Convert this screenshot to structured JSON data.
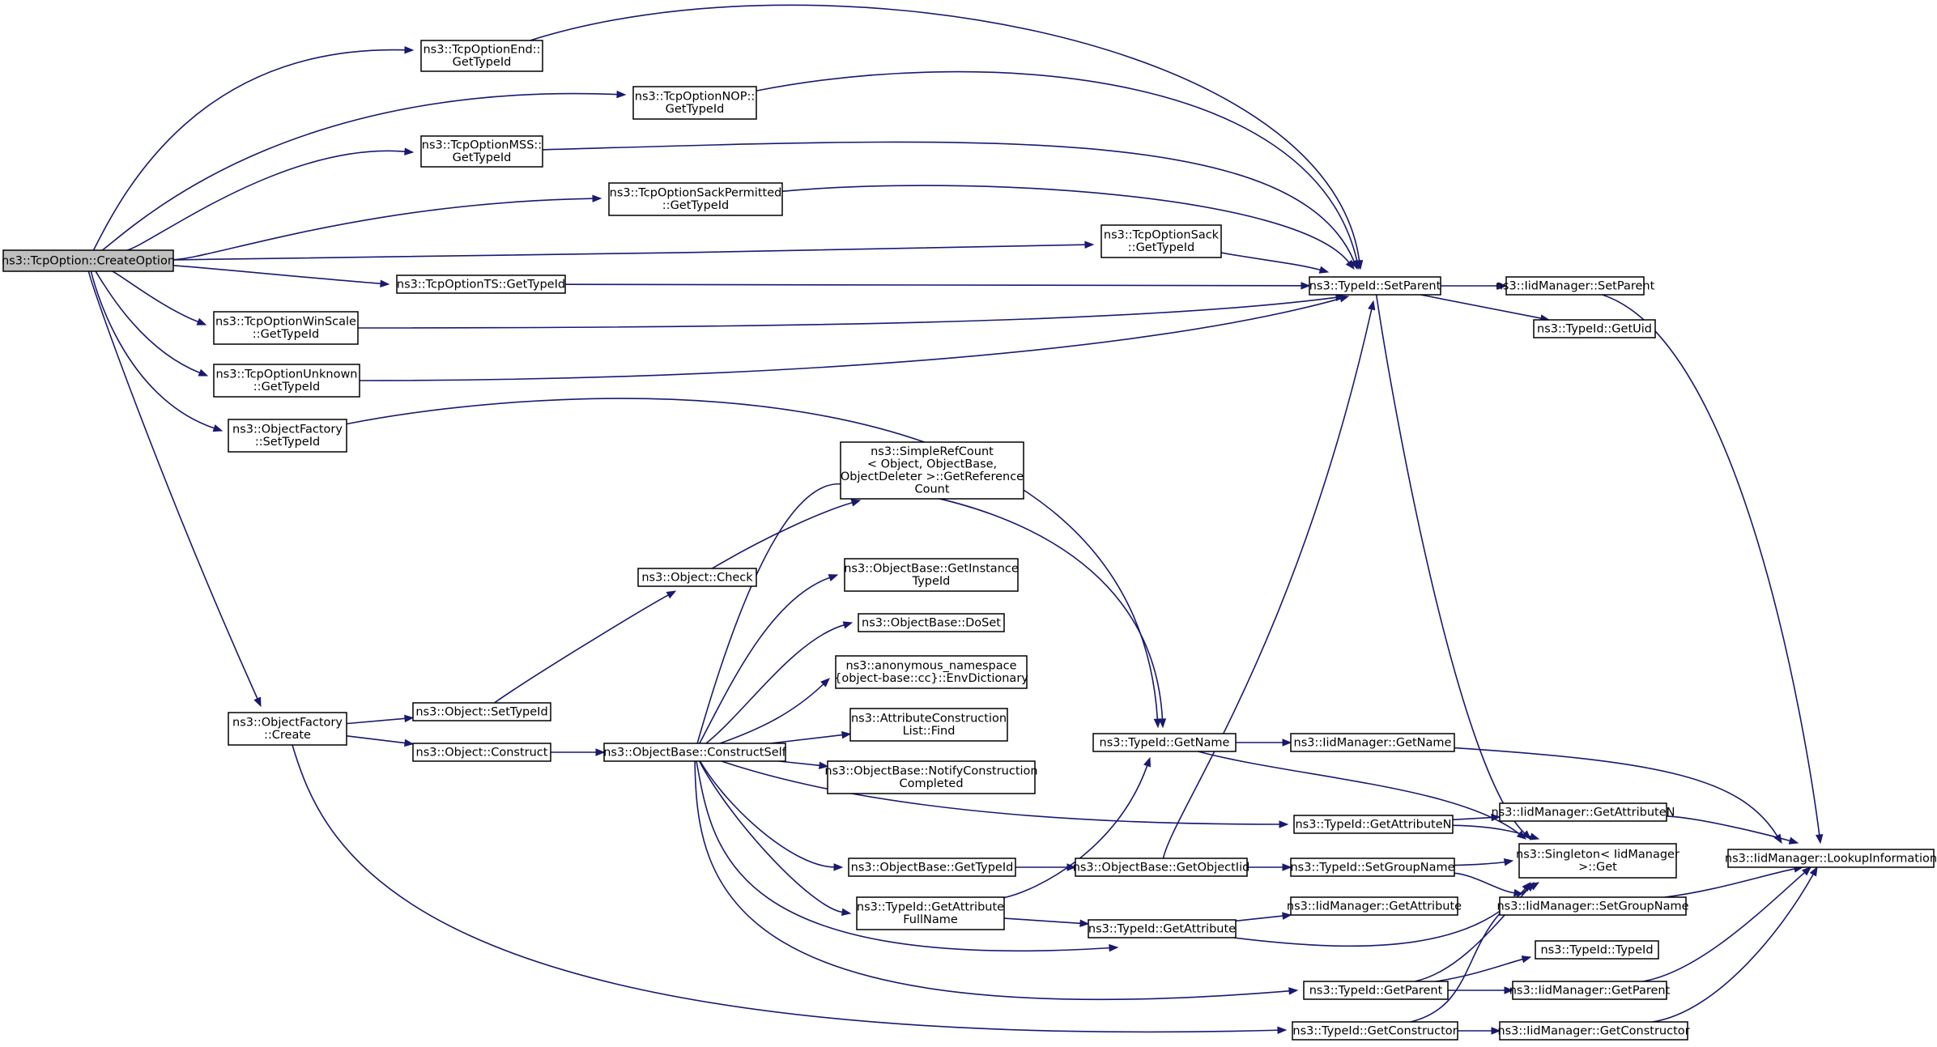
{
  "diagram": {
    "type": "call-graph",
    "colors": {
      "edge": "#191970",
      "node_border": "#000000",
      "node_fill": "#ffffff",
      "root_fill": "#bfbfbf"
    },
    "nodes": [
      {
        "id": "create_option",
        "lines": [
          "ns3::TcpOption::CreateOption"
        ],
        "root": true
      },
      {
        "id": "end_gettypeid",
        "lines": [
          "ns3::TcpOptionEnd::",
          "GetTypeId"
        ]
      },
      {
        "id": "nop_gettypeid",
        "lines": [
          "ns3::TcpOptionNOP::",
          "GetTypeId"
        ]
      },
      {
        "id": "mss_gettypeid",
        "lines": [
          "ns3::TcpOptionMSS::",
          "GetTypeId"
        ]
      },
      {
        "id": "sackperm_gettypeid",
        "lines": [
          "ns3::TcpOptionSackPermitted",
          "::GetTypeId"
        ]
      },
      {
        "id": "sack_gettypeid",
        "lines": [
          "ns3::TcpOptionSack",
          "::GetTypeId"
        ]
      },
      {
        "id": "ts_gettypeid",
        "lines": [
          "ns3::TcpOptionTS::GetTypeId"
        ]
      },
      {
        "id": "winscale_gettypeid",
        "lines": [
          "ns3::TcpOptionWinScale",
          "::GetTypeId"
        ]
      },
      {
        "id": "unknown_gettypeid",
        "lines": [
          "ns3::TcpOptionUnknown",
          "::GetTypeId"
        ]
      },
      {
        "id": "of_settypeid",
        "lines": [
          "ns3::ObjectFactory",
          "::SetTypeId"
        ]
      },
      {
        "id": "of_create",
        "lines": [
          "ns3::ObjectFactory",
          "::Create"
        ]
      },
      {
        "id": "typeid_setparent",
        "lines": [
          "ns3::TypeId::SetParent"
        ]
      },
      {
        "id": "iid_setparent",
        "lines": [
          "ns3::IidManager::SetParent"
        ]
      },
      {
        "id": "typeid_getuid",
        "lines": [
          "ns3::TypeId::GetUid"
        ]
      },
      {
        "id": "iid_lookup",
        "lines": [
          "ns3::IidManager::LookupInformation"
        ]
      },
      {
        "id": "simplerefcount",
        "lines": [
          "ns3::SimpleRefCount",
          "< Object, ObjectBase,",
          " ObjectDeleter >::GetReference",
          "Count"
        ]
      },
      {
        "id": "object_check",
        "lines": [
          "ns3::Object::Check"
        ]
      },
      {
        "id": "ob_getinstancetypeid",
        "lines": [
          "ns3::ObjectBase::GetInstance",
          "TypeId"
        ]
      },
      {
        "id": "ob_doset",
        "lines": [
          "ns3::ObjectBase::DoSet"
        ]
      },
      {
        "id": "anon_envdict",
        "lines": [
          "ns3::anonymous_namespace",
          "{object-base::cc}::EnvDictionary"
        ]
      },
      {
        "id": "acl_find",
        "lines": [
          "ns3::AttributeConstruction",
          "List::Find"
        ]
      },
      {
        "id": "ob_notify",
        "lines": [
          "ns3::ObjectBase::NotifyConstruction",
          "Completed"
        ]
      },
      {
        "id": "object_settypeid",
        "lines": [
          "ns3::Object::SetTypeId"
        ]
      },
      {
        "id": "object_construct",
        "lines": [
          "ns3::Object::Construct"
        ]
      },
      {
        "id": "ob_constructself",
        "lines": [
          "ns3::ObjectBase::ConstructSelf"
        ]
      },
      {
        "id": "typeid_getname",
        "lines": [
          "ns3::TypeId::GetName"
        ]
      },
      {
        "id": "iid_getname",
        "lines": [
          "ns3::IidManager::GetName"
        ]
      },
      {
        "id": "typeid_getattributen",
        "lines": [
          "ns3::TypeId::GetAttributeN"
        ]
      },
      {
        "id": "iid_getattributen",
        "lines": [
          "ns3::IidManager::GetAttributeN"
        ]
      },
      {
        "id": "singleton_get",
        "lines": [
          "ns3::Singleton< IidManager",
          " >::Get"
        ]
      },
      {
        "id": "ob_gettypeid",
        "lines": [
          "ns3::ObjectBase::GetTypeId"
        ]
      },
      {
        "id": "ob_getobjectiid",
        "lines": [
          "ns3::ObjectBase::GetObjectIid"
        ]
      },
      {
        "id": "typeid_setgroupname",
        "lines": [
          "ns3::TypeId::SetGroupName"
        ]
      },
      {
        "id": "iid_setgroupname",
        "lines": [
          "ns3::IidManager::SetGroupName"
        ]
      },
      {
        "id": "typeid_getattrfullname",
        "lines": [
          "ns3::TypeId::GetAttribute",
          "FullName"
        ]
      },
      {
        "id": "typeid_getattribute",
        "lines": [
          "ns3::TypeId::GetAttribute"
        ]
      },
      {
        "id": "iid_getattribute",
        "lines": [
          "ns3::IidManager::GetAttribute"
        ]
      },
      {
        "id": "typeid_typeid",
        "lines": [
          "ns3::TypeId::TypeId"
        ]
      },
      {
        "id": "typeid_getparent",
        "lines": [
          "ns3::TypeId::GetParent"
        ]
      },
      {
        "id": "iid_getparent",
        "lines": [
          "ns3::IidManager::GetParent"
        ]
      },
      {
        "id": "typeid_getconstructor",
        "lines": [
          "ns3::TypeId::GetConstructor"
        ]
      },
      {
        "id": "iid_getconstructor",
        "lines": [
          "ns3::IidManager::GetConstructor"
        ]
      }
    ],
    "edges": [
      [
        "create_option",
        "end_gettypeid"
      ],
      [
        "create_option",
        "nop_gettypeid"
      ],
      [
        "create_option",
        "mss_gettypeid"
      ],
      [
        "create_option",
        "sackperm_gettypeid"
      ],
      [
        "create_option",
        "sack_gettypeid"
      ],
      [
        "create_option",
        "ts_gettypeid"
      ],
      [
        "create_option",
        "winscale_gettypeid"
      ],
      [
        "create_option",
        "unknown_gettypeid"
      ],
      [
        "create_option",
        "of_settypeid"
      ],
      [
        "create_option",
        "of_create"
      ],
      [
        "end_gettypeid",
        "typeid_setparent"
      ],
      [
        "nop_gettypeid",
        "typeid_setparent"
      ],
      [
        "mss_gettypeid",
        "typeid_setparent"
      ],
      [
        "sackperm_gettypeid",
        "typeid_setparent"
      ],
      [
        "sack_gettypeid",
        "typeid_setparent"
      ],
      [
        "ts_gettypeid",
        "typeid_setparent"
      ],
      [
        "winscale_gettypeid",
        "typeid_setparent"
      ],
      [
        "unknown_gettypeid",
        "typeid_setparent"
      ],
      [
        "typeid_setparent",
        "iid_setparent"
      ],
      [
        "typeid_setparent",
        "typeid_getuid"
      ],
      [
        "typeid_setparent",
        "singleton_get"
      ],
      [
        "iid_setparent",
        "iid_lookup"
      ],
      [
        "of_settypeid",
        "typeid_getname"
      ],
      [
        "of_create",
        "object_settypeid"
      ],
      [
        "of_create",
        "object_construct"
      ],
      [
        "of_create",
        "typeid_getconstructor"
      ],
      [
        "object_settypeid",
        "object_check"
      ],
      [
        "object_check",
        "simplerefcount"
      ],
      [
        "object_construct",
        "ob_constructself"
      ],
      [
        "ob_constructself",
        "typeid_getname"
      ],
      [
        "ob_constructself",
        "ob_getinstancetypeid"
      ],
      [
        "ob_constructself",
        "ob_doset"
      ],
      [
        "ob_constructself",
        "anon_envdict"
      ],
      [
        "ob_constructself",
        "acl_find"
      ],
      [
        "ob_constructself",
        "ob_notify"
      ],
      [
        "ob_constructself",
        "typeid_getattributen"
      ],
      [
        "ob_constructself",
        "ob_gettypeid"
      ],
      [
        "ob_constructself",
        "typeid_getattrfullname"
      ],
      [
        "ob_constructself",
        "typeid_getattribute"
      ],
      [
        "ob_constructself",
        "typeid_getparent"
      ],
      [
        "typeid_getname",
        "iid_getname"
      ],
      [
        "typeid_getname",
        "singleton_get"
      ],
      [
        "iid_getname",
        "iid_lookup"
      ],
      [
        "typeid_getattributen",
        "iid_getattributen"
      ],
      [
        "typeid_getattributen",
        "singleton_get"
      ],
      [
        "iid_getattributen",
        "iid_lookup"
      ],
      [
        "ob_gettypeid",
        "ob_getobjectiid"
      ],
      [
        "ob_getobjectiid",
        "typeid_setparent"
      ],
      [
        "ob_getobjectiid",
        "typeid_setgroupname"
      ],
      [
        "typeid_setgroupname",
        "singleton_get"
      ],
      [
        "typeid_setgroupname",
        "iid_setgroupname"
      ],
      [
        "iid_setgroupname",
        "iid_lookup"
      ],
      [
        "typeid_getattrfullname",
        "typeid_getname"
      ],
      [
        "typeid_getattrfullname",
        "typeid_getattribute"
      ],
      [
        "typeid_getattribute",
        "iid_getattribute"
      ],
      [
        "typeid_getattribute",
        "singleton_get"
      ],
      [
        "typeid_getparent",
        "singleton_get"
      ],
      [
        "typeid_getparent",
        "typeid_typeid"
      ],
      [
        "typeid_getparent",
        "iid_getparent"
      ],
      [
        "iid_getparent",
        "iid_lookup"
      ],
      [
        "typeid_getconstructor",
        "singleton_get"
      ],
      [
        "typeid_getconstructor",
        "iid_getconstructor"
      ],
      [
        "iid_getconstructor",
        "iid_lookup"
      ]
    ]
  }
}
